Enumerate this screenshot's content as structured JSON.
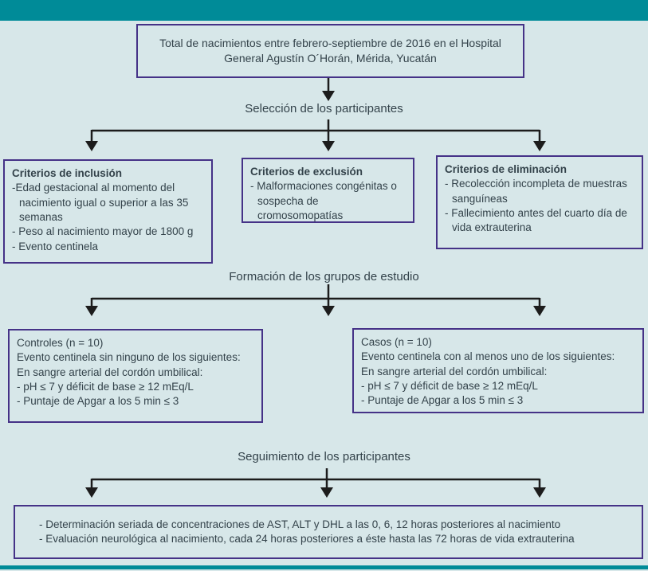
{
  "colors": {
    "header_bar": "#008b98",
    "background": "#d7e7e9",
    "box_border": "#453287",
    "text": "#33424a",
    "arrow": "#1c1c1c"
  },
  "flowchart": {
    "top_box": {
      "lines": [
        "Total de nacimientos entre febrero-septiembre de 2016 en el Hospital",
        "General Agustín O´Horán, Mérida, Yucatán"
      ]
    },
    "stage1_label": "Selección de los participantes",
    "criteria_boxes": [
      {
        "title": "Criterios de inclusión",
        "items": [
          "-Edad gestacional al momento del nacimiento igual o superior a las 35 semanas",
          "- Peso al nacimiento mayor de 1800 g",
          "- Evento centinela"
        ]
      },
      {
        "title": "Criterios de exclusión",
        "items": [
          "- Malformaciones congénitas o sospecha de cromosomopatías"
        ]
      },
      {
        "title": "Criterios de eliminación",
        "items": [
          "- Recolección incompleta de muestras sanguíneas",
          "- Fallecimiento antes del cuarto día de vida extrauterina"
        ]
      }
    ],
    "stage2_label": "Formación de los grupos de estudio",
    "group_boxes": [
      {
        "title": "Controles (n = 10)",
        "lines": [
          "Evento centinela sin ninguno de los siguientes:",
          "En sangre arterial del cordón umbilical:",
          "- pH ≤ 7 y déficit de base ≥ 12 mEq/L",
          "- Puntaje de Apgar a los 5 min ≤ 3"
        ]
      },
      {
        "title": "Casos (n = 10)",
        "lines": [
          "Evento centinela con al menos uno de los siguientes:",
          "En sangre arterial del cordón umbilical:",
          "- pH ≤ 7 y déficit de base ≥ 12 mEq/L",
          "- Puntaje de Apgar a los 5 min ≤ 3"
        ]
      }
    ],
    "stage3_label": "Seguimiento de los participantes",
    "followup_box": {
      "lines": [
        "- Determinación seriada de concentraciones de AST, ALT y DHL a las 0, 6, 12 horas posteriores al nacimiento",
        "- Evaluación neurológica al nacimiento, cada 24 horas posteriores a éste hasta las 72 horas de vida extrauterina"
      ]
    }
  }
}
